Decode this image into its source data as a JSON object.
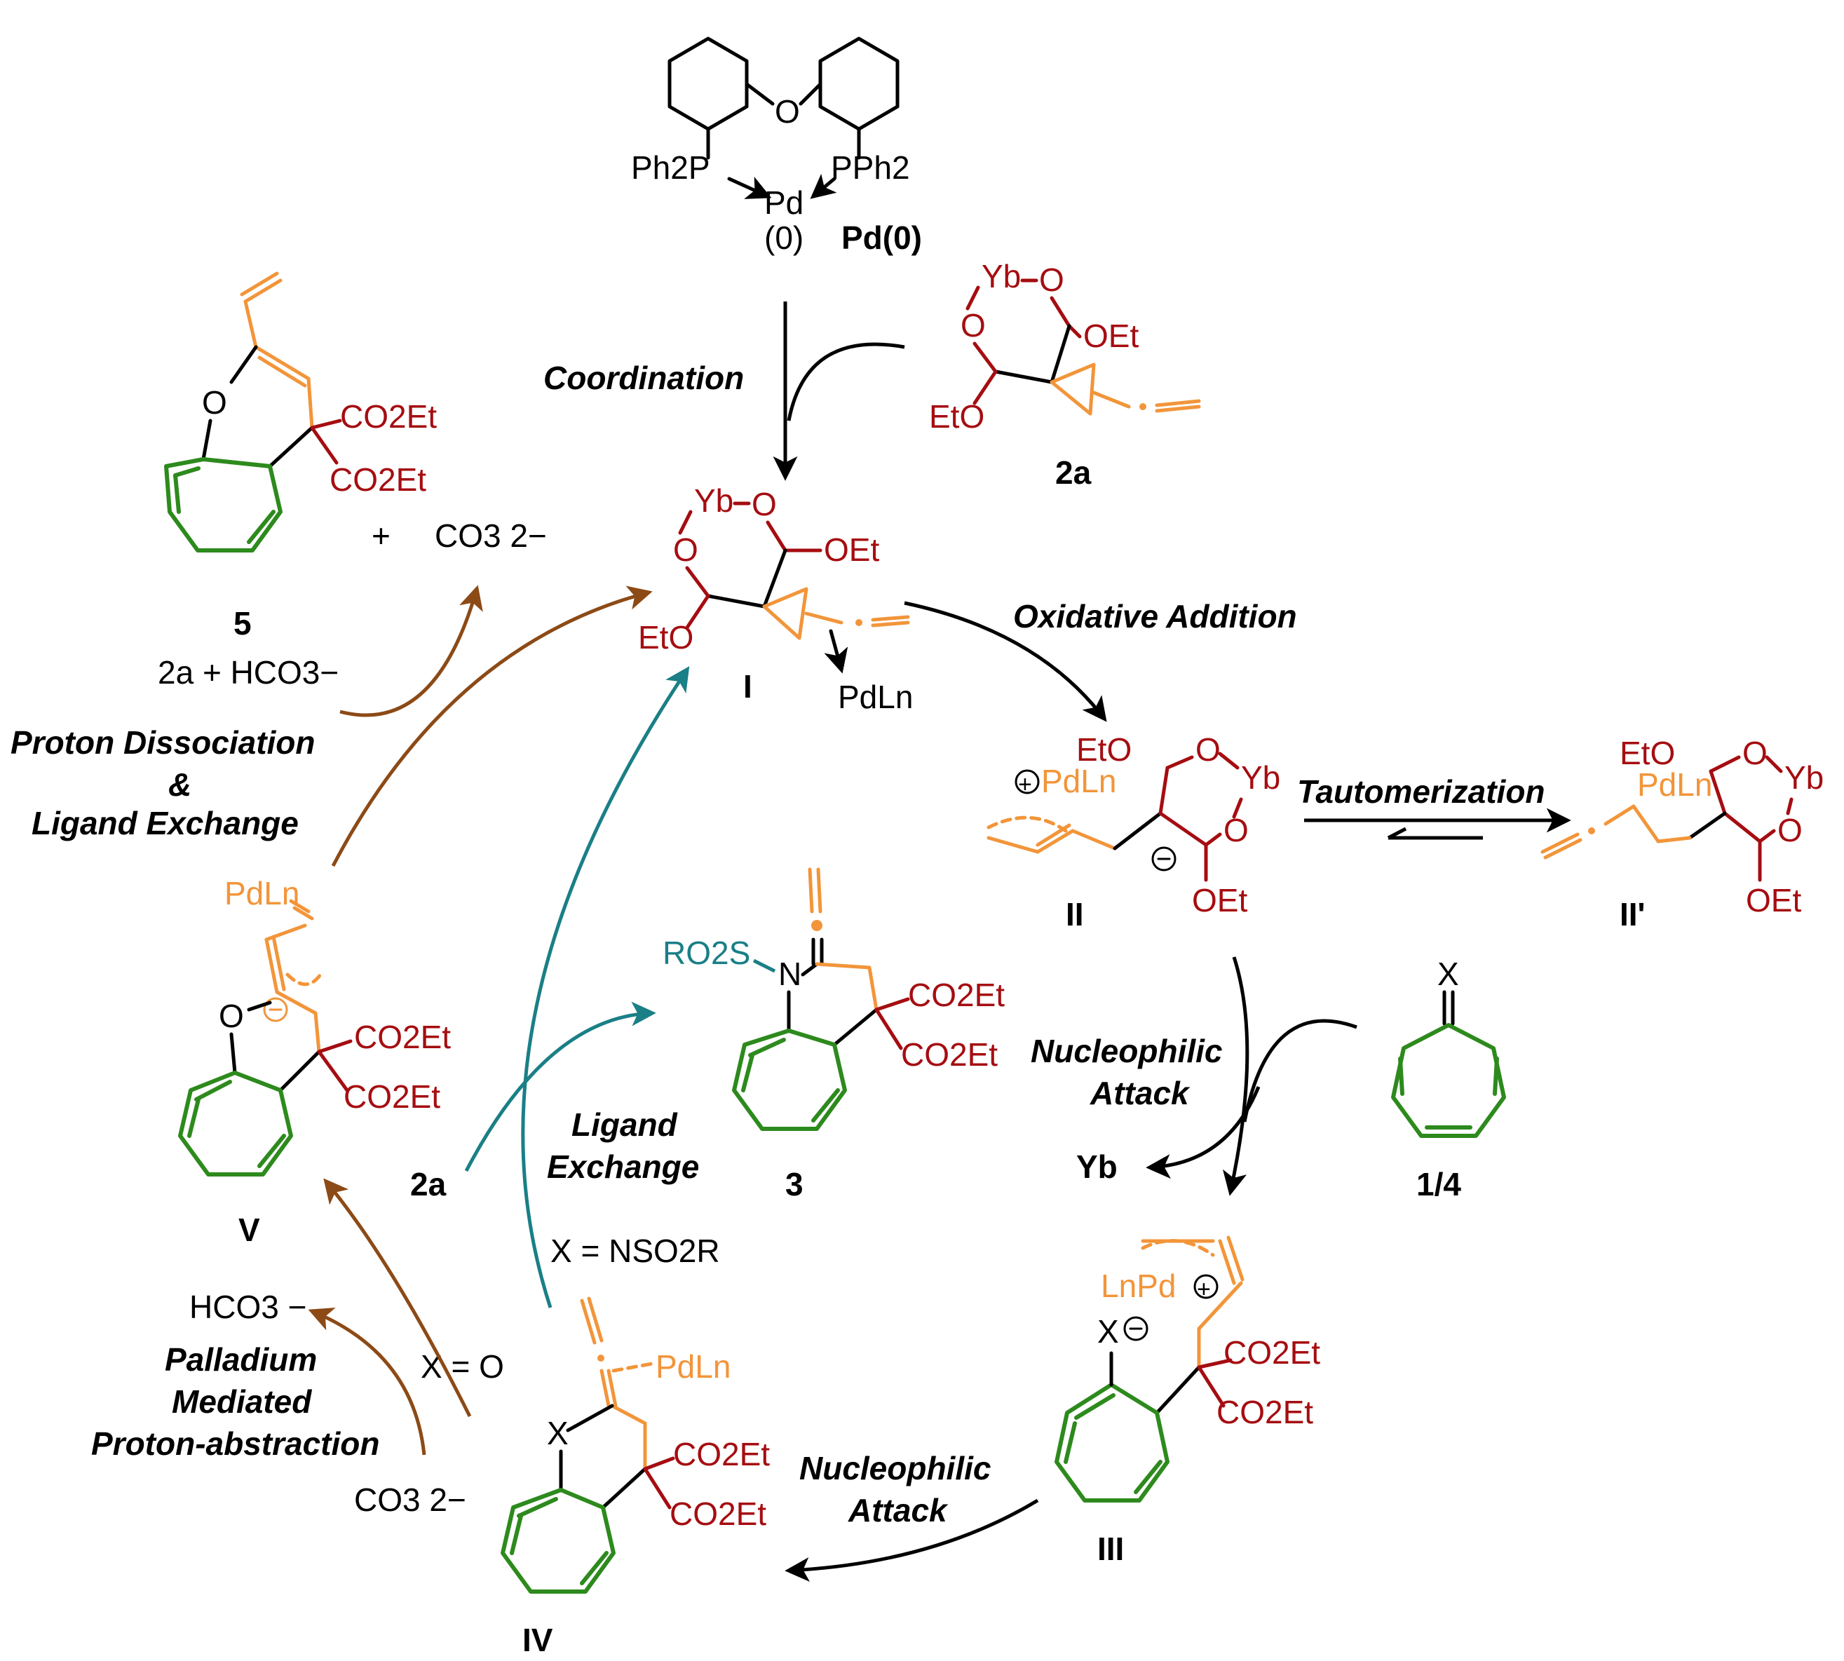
{
  "ligand": {
    "ph2p_left": "Ph2P",
    "pph2_right": "PPh2",
    "o": "O",
    "pd": "Pd",
    "ox": "(0)",
    "name": "Pd(0)"
  },
  "steps": {
    "coordination": "Coordination",
    "oxidative_addition": "Oxidative Addition",
    "tautomerization": "Tautomerization",
    "nucleophilic_attack_1_line1": "Nucleophilic",
    "nucleophilic_attack_1_line2": "Attack",
    "nucleophilic_attack_2_line1": "Nucleophilic",
    "nucleophilic_attack_2_line2": "Attack",
    "ligand_exchange_line1": "Ligand",
    "ligand_exchange_line2": "Exchange",
    "proton_dissociation_line1": "Proton Dissociation",
    "proton_dissociation_line2": "&",
    "proton_dissociation_line3": "Ligand Exchange",
    "pd_mediated_line1": "Palladium",
    "pd_mediated_line2": "Mediated",
    "pd_mediated_line3": "Proton-abstraction"
  },
  "compounds": {
    "c2a": "2a",
    "cI": "I",
    "cII": "II",
    "cII_prime": "II'",
    "cIII": "III",
    "cIV": "IV",
    "cV": "V",
    "c3": "3",
    "c5": "5",
    "c14": "1/4"
  },
  "atoms": {
    "yb": "Yb",
    "o": "O",
    "oet": "OEt",
    "eto": "EtO",
    "co2et": "CO2Et",
    "pdln": "PdLn",
    "lnpd": "LnPd",
    "x": "X",
    "n": "N",
    "ro2s": "RO2S"
  },
  "species": {
    "carbonate": "CO3 2−",
    "bicarbonate": "HCO3 −",
    "plus": "+",
    "reagent_2a_hco3": "2a + HCO3−",
    "yb_out": "Yb",
    "reagent_2a": "2a",
    "x_eq_nso2r": "X = NSO2R",
    "x_eq_o": "X = O"
  },
  "colors": {
    "black": "#000000",
    "dark_red": "#a50d11",
    "orange": "#f2953a",
    "green": "#2d8a1d",
    "teal": "#1a7f86",
    "brown": "#8c4a16"
  }
}
